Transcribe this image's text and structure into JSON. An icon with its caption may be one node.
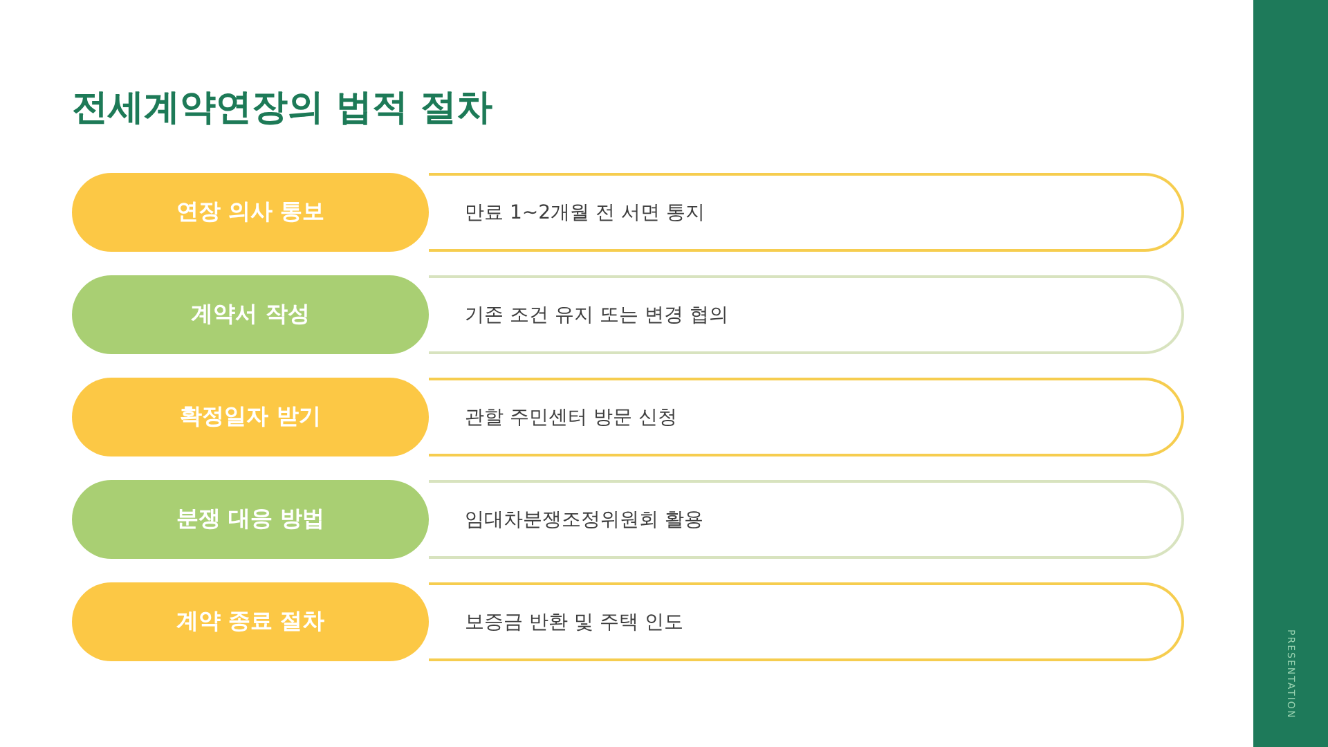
{
  "diagram": {
    "title": "전세계약연장의 법적 절차",
    "nodes": [
      {
        "text": [
          "연장 의사 통보"
        ]
      },
      {
        "text": [
          "만료 1~2개월 전 서면 통지"
        ]
      },
      {
        "text": [
          "계약서 작성"
        ]
      },
      {
        "text": [
          "기존 조건 유지 또는 변경 협의"
        ]
      },
      {
        "text": [
          "확정일자 받기"
        ]
      },
      {
        "text": [
          "관할 주민센터 방문 신청"
        ]
      },
      {
        "text": [
          "분쟁 대응 방법"
        ]
      },
      {
        "text": [
          "임대차분쟁조정위원회 활용"
        ]
      },
      {
        "text": [
          "계약 종료 절차"
        ]
      },
      {
        "text": [
          "보증금 반환 및 주택 인도"
        ]
      }
    ],
    "labels": [
      "PRESENTATION"
    ]
  }
}
